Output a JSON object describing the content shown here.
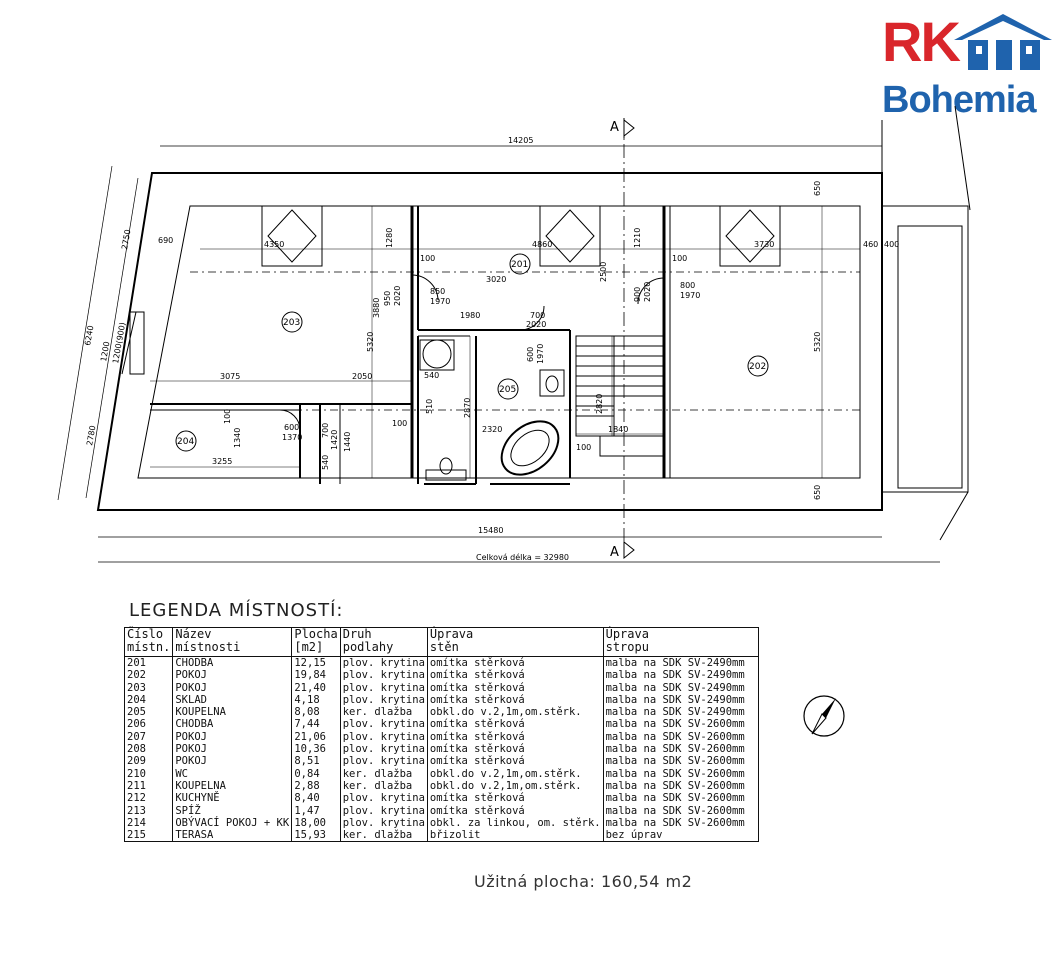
{
  "logo": {
    "line1": "RK",
    "line2": "Bohemia",
    "colors": {
      "red": "#d9262b",
      "blue": "#1f63ad"
    }
  },
  "plan": {
    "section_marker_top": "A",
    "section_marker_bottom": "A",
    "overall_length_label": "Celková délka = 32980",
    "dimensions": {
      "top_width": "14205",
      "bottom_width": "15480",
      "left_total": "6240",
      "left_upper": "2750",
      "left_window": "1200(900)",
      "left_window2": "1200",
      "left_lower": "2780",
      "r203_width": "4350",
      "r201_width": "4860",
      "r202_width": "3730",
      "r203_wall_left": "690",
      "r203_height": "3880",
      "r203_h2": "5320",
      "r201_h": "1280",
      "r201_h2": "1210",
      "r202_h": "5320",
      "r202_top": "650",
      "r202_bottom": "650",
      "terrace_a": "460",
      "terrace_b": "400",
      "corr_len": "3020",
      "corr_h": "2500",
      "door1_w": "850",
      "door1_h": "1970",
      "door1_x": "950",
      "door1_y": "2020",
      "door2_w": "800",
      "door2_h": "1970",
      "door2_x": "900",
      "door2_y": "2020",
      "door3_w": "700",
      "door3_h": "2020",
      "door4_w": "600",
      "door4_h": "1970",
      "door5_w": "600",
      "door5_h": "1370",
      "bath_w": "1980",
      "hall_3075": "3075",
      "hall_2050": "2050",
      "r204_w": "3255",
      "r204_h": "1340",
      "r204_door": "100",
      "bath_h": "2870",
      "bath_w2": "2320",
      "wc_w": "540",
      "wc_h": "540",
      "wc_d": "510",
      "d100a": "100",
      "d100b": "100",
      "d100c": "100",
      "d100d": "100",
      "d100e": "100",
      "d700": "700",
      "d1420": "1420",
      "d1440": "1440",
      "stair_h": "2820",
      "stair_w": "1840"
    },
    "rooms": [
      "201",
      "202",
      "203",
      "204",
      "205"
    ]
  },
  "legend": {
    "title": "LEGENDA MÍSTNOSTÍ:",
    "headers": [
      {
        "l1": "Číslo",
        "l2": "místn."
      },
      {
        "l1": "Název",
        "l2": "místnosti"
      },
      {
        "l1": "Plocha",
        "l2": "[m2]"
      },
      {
        "l1": "Druh",
        "l2": "podlahy"
      },
      {
        "l1": "Úprava",
        "l2": "stěn"
      },
      {
        "l1": "Úprava",
        "l2": "stropu"
      }
    ],
    "rows": [
      [
        "201",
        "CHODBA",
        "12,15",
        "plov. krytina",
        "omítka stěrková",
        "malba na SDK    SV-2490mm"
      ],
      [
        "202",
        "POKOJ",
        "19,84",
        "plov. krytina",
        "omítka stěrková",
        "malba na SDK    SV-2490mm"
      ],
      [
        "203",
        "POKOJ",
        "21,40",
        "plov. krytina",
        "omítka stěrková",
        "malba na SDK    SV-2490mm"
      ],
      [
        "204",
        "SKLAD",
        "4,18",
        "plov. krytina",
        "omítka stěrková",
        "malba na SDK    SV-2490mm"
      ],
      [
        "205",
        "KOUPELNA",
        "8,08",
        "ker. dlažba",
        "obkl.do v.2,1m,om.stěrk.",
        "malba na SDK    SV-2490mm"
      ],
      [
        "206",
        "CHODBA",
        "7,44",
        "plov. krytina",
        "omítka stěrková",
        "malba na SDK    SV-2600mm"
      ],
      [
        "207",
        "POKOJ",
        "21,06",
        "plov. krytina",
        "omítka stěrková",
        "malba na SDK    SV-2600mm"
      ],
      [
        "208",
        "POKOJ",
        "10,36",
        "plov. krytina",
        "omítka stěrková",
        "malba na SDK    SV-2600mm"
      ],
      [
        "209",
        "POKOJ",
        "8,51",
        "plov. krytina",
        "omítka stěrková",
        "malba na SDK    SV-2600mm"
      ],
      [
        "210",
        "WC",
        "0,84",
        "ker. dlažba",
        "obkl.do v.2,1m,om.stěrk.",
        "malba na SDK    SV-2600mm"
      ],
      [
        "211",
        "KOUPELNA",
        "2,88",
        "ker. dlažba",
        "obkl.do v.2,1m,om.stěrk.",
        "malba na SDK    SV-2600mm"
      ],
      [
        "212",
        "KUCHYNĚ",
        "8,40",
        "plov. krytina",
        "omítka stěrková",
        "malba na SDK    SV-2600mm"
      ],
      [
        "213",
        "SPÍŽ",
        "1,47",
        "plov. krytina",
        "omítka stěrková",
        "malba na SDK    SV-2600mm"
      ],
      [
        "214",
        "OBÝVACÍ POKOJ + KK",
        "18,00",
        "plov. krytina",
        "obkl. za linkou, om. stěrk.",
        "malba na SDK    SV-2600mm"
      ],
      [
        "215",
        "TERASA",
        "15,93",
        "ker. dlažba",
        "břizolit",
        "bez úprav"
      ]
    ],
    "useful_area": "Užitná plocha: 160,54 m2"
  },
  "north_arrow_icon": "compass-north-arrow-icon"
}
